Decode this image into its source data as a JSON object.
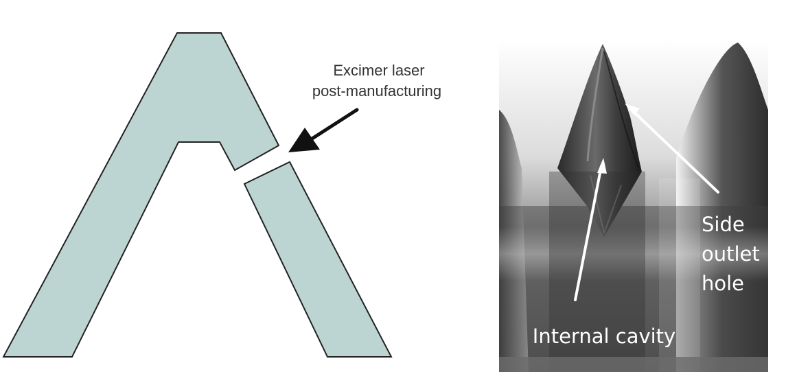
{
  "schematic": {
    "fill_color": "#bcd5d3",
    "stroke_color": "#222222",
    "annotation": {
      "line1": "Excimer laser",
      "line2": "post-manufacturing"
    },
    "arrow_icon": "black-arrow-icon"
  },
  "photo": {
    "labels": {
      "internal_cavity": "Internal cavity",
      "side_line1": "Side",
      "side_line2": "outlet",
      "side_line3": "hole"
    },
    "arrow_color": "#ffffff",
    "arrow_icon": "white-arrow-icon"
  }
}
